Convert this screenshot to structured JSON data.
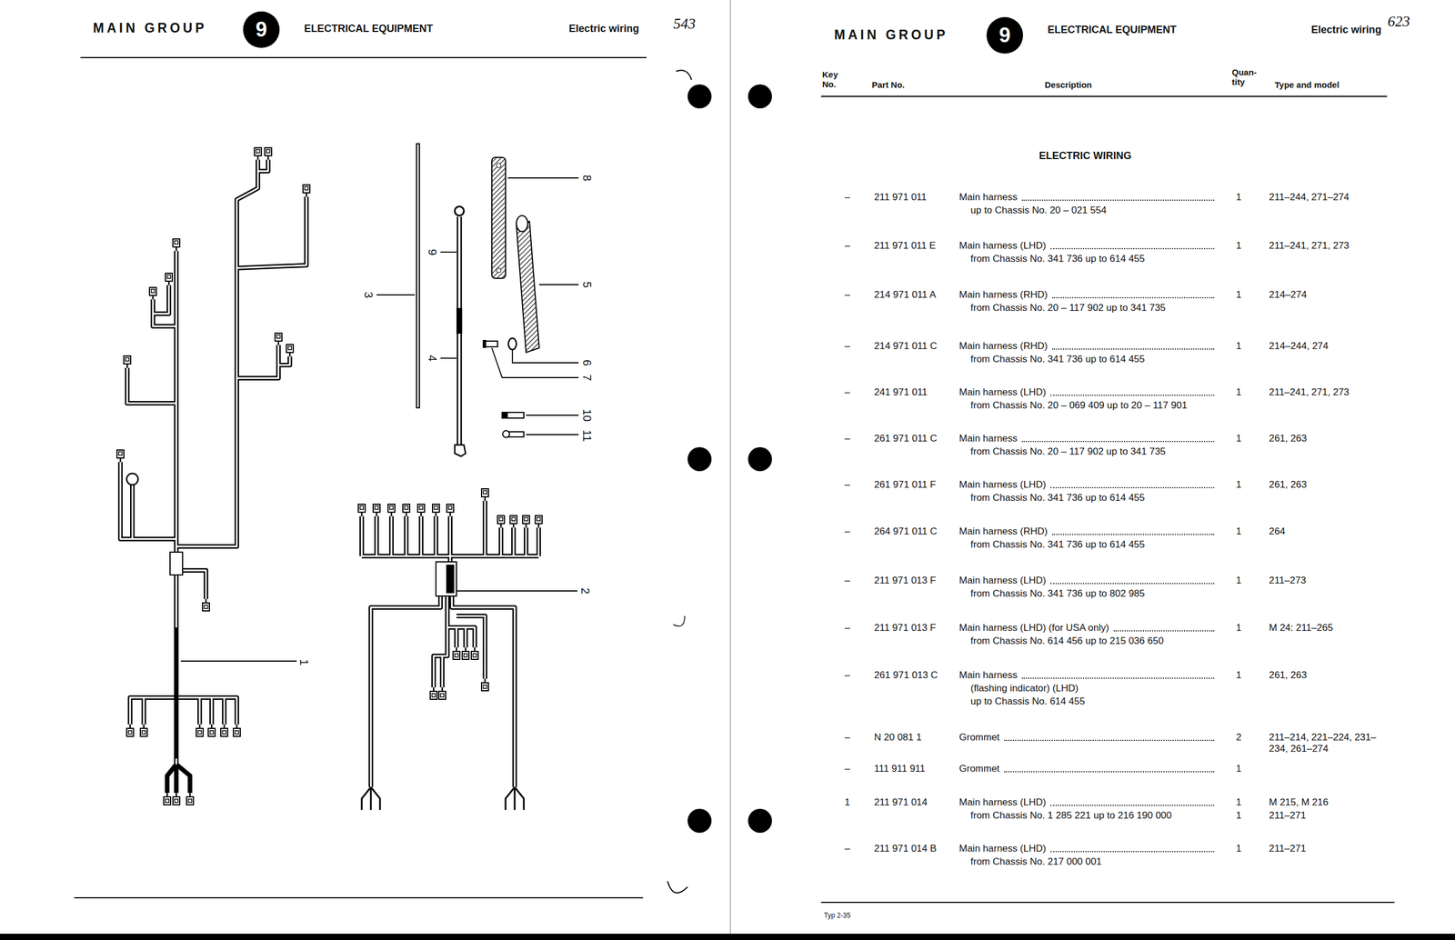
{
  "diagram": {
    "nodes": [
      {
        "text": [
          "9"
        ]
      },
      {
        "text": [
          "9"
        ]
      }
    ],
    "labels": [
      "MAIN GROUP",
      "ELECTRICAL EQUIPMENT",
      "Electric wiring",
      "543",
      "8",
      "9",
      "3",
      "5",
      "4",
      "6",
      "7",
      "10",
      "11",
      "2",
      "1",
      "MAIN GROUP",
      "ELECTRICAL EQUIPMENT",
      "Electric wiring",
      "623",
      "Key No.",
      "Part No.",
      "Description",
      "Quan- tity",
      "Type and model",
      "ELECTRIC WIRING",
      "–",
      "211 971 011",
      "Main harness",
      "up to Chassis No. 20 – 021 554",
      "1",
      "211–244, 271–274",
      "–",
      "211 971 011 E",
      "Main harness (LHD)",
      "from Chassis No. 341 736 up to 614 455",
      "1",
      "211–241, 271, 273",
      "–",
      "214 971 011 A",
      "Main harness (RHD)",
      "from Chassis No. 20 – 117 902 up to 341 735",
      "1",
      "214–274",
      "–",
      "214 971 011 C",
      "Main harness (RHD)",
      "from Chassis No. 341 736 up to 614 455",
      "1",
      "214–244, 274",
      "–",
      "241 971 011",
      "Main harness (LHD)",
      "from Chassis No. 20 – 069 409 up to 20 – 117 901",
      "1",
      "211–241, 271, 273",
      "–",
      "261 971 011 C",
      "Main harness",
      "from Chassis No. 20 – 117 902 up to 341 735",
      "1",
      "261, 263",
      "–",
      "261 971 011 F",
      "Main harness (LHD)",
      "from Chassis No. 341 736 up to 614 455",
      "1",
      "261, 263",
      "–",
      "264 971 011 C",
      "Main harness (RHD)",
      "from Chassis No. 341 736 up to 614 455",
      "1",
      "264",
      "–",
      "211 971 013 F",
      "Main harness (LHD)",
      "from Chassis No. 341 736 up to 802 985",
      "1",
      "211–273",
      "–",
      "211 971 013 F",
      "Main harness (LHD) (for USA only)",
      "from Chassis No. 614 456 up to 215 036 650",
      "1",
      "M 24: 211–265",
      "–",
      "261 971 013 C",
      "Main harness",
      "(flashing indicator) (LHD)",
      "up to Chassis No. 614 455",
      "1",
      "261, 263",
      "–",
      "N 20 081 1",
      "Grommet",
      "2",
      "211–214, 221–224, 231–234, 261–274",
      "–",
      "111 911 911",
      "Grommet",
      "1",
      "1",
      "211 971 014",
      "Main harness (LHD)",
      "from Chassis No. 1 285 221 up to 216 190 000",
      "1",
      "1",
      "M 215, M 216",
      "211–271",
      "–",
      "211 971 014 B",
      "Main harness (LHD)",
      "from Chassis No. 217 000 001",
      "1",
      "211–271",
      "Typ 2-35"
    ]
  }
}
